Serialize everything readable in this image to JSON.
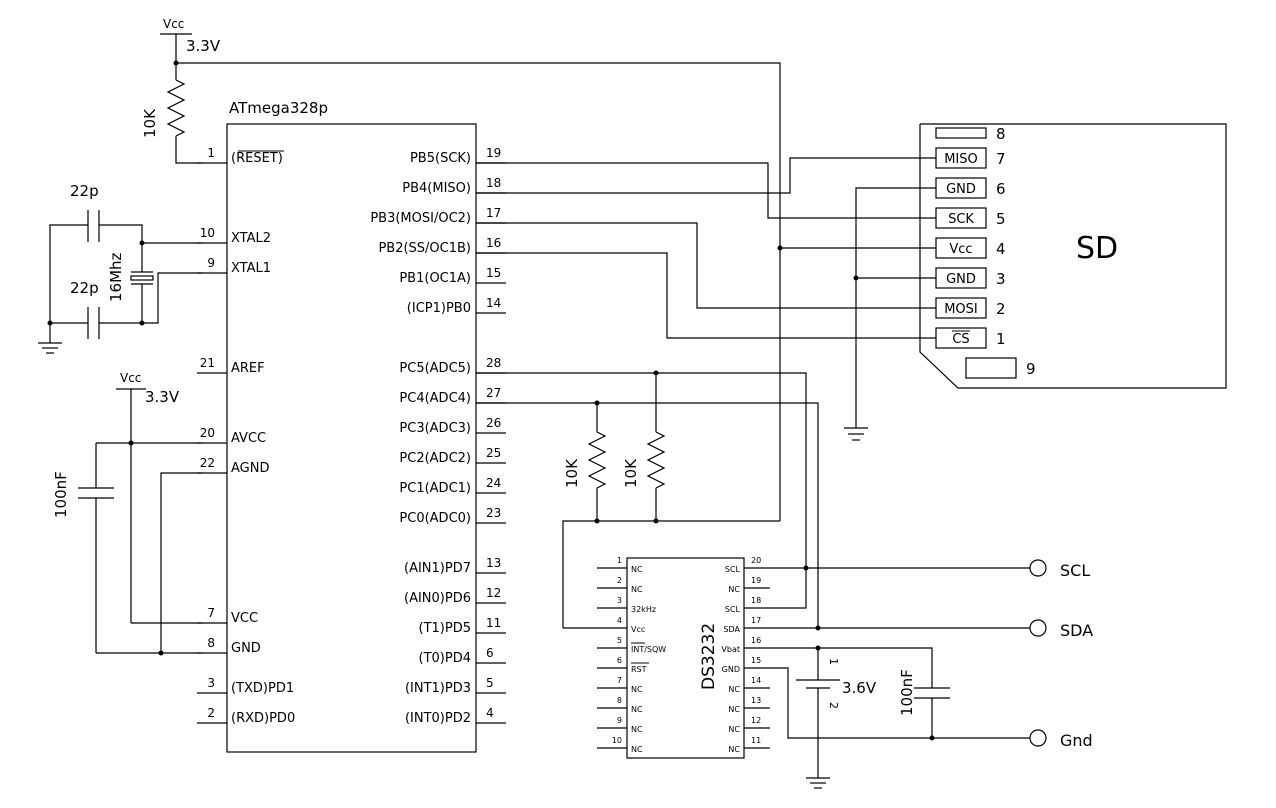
{
  "mcu": {
    "name": "ATmega328p",
    "pins_left": [
      {
        "num": "1",
        "label": "(RESET)"
      },
      {
        "num": "10",
        "label": "XTAL2"
      },
      {
        "num": "9",
        "label": "XTAL1"
      },
      {
        "num": "21",
        "label": "AREF"
      },
      {
        "num": "20",
        "label": "AVCC"
      },
      {
        "num": "22",
        "label": "AGND"
      },
      {
        "num": "7",
        "label": "VCC"
      },
      {
        "num": "8",
        "label": "GND"
      },
      {
        "num": "3",
        "label": "(TXD)PD1"
      },
      {
        "num": "2",
        "label": "(RXD)PD0"
      }
    ],
    "pins_right": [
      {
        "num": "19",
        "label": "PB5(SCK)"
      },
      {
        "num": "18",
        "label": "PB4(MISO)"
      },
      {
        "num": "17",
        "label": "PB3(MOSI/OC2)"
      },
      {
        "num": "16",
        "label": "PB2(SS/OC1B)"
      },
      {
        "num": "15",
        "label": "PB1(OC1A)"
      },
      {
        "num": "14",
        "label": "(ICP1)PB0"
      },
      {
        "num": "28",
        "label": "PC5(ADC5)"
      },
      {
        "num": "27",
        "label": "PC4(ADC4)"
      },
      {
        "num": "26",
        "label": "PC3(ADC3)"
      },
      {
        "num": "25",
        "label": "PC2(ADC2)"
      },
      {
        "num": "24",
        "label": "PC1(ADC1)"
      },
      {
        "num": "23",
        "label": "PC0(ADC0)"
      },
      {
        "num": "13",
        "label": "(AIN1)PD7"
      },
      {
        "num": "12",
        "label": "(AIN0)PD6"
      },
      {
        "num": "11",
        "label": "(T1)PD5"
      },
      {
        "num": "6",
        "label": "(T0)PD4"
      },
      {
        "num": "5",
        "label": "(INT1)PD3"
      },
      {
        "num": "4",
        "label": "(INT0)PD2"
      }
    ]
  },
  "rtc": {
    "name": "DS3232",
    "pins_left": [
      {
        "num": "1",
        "label": "NC"
      },
      {
        "num": "2",
        "label": "NC"
      },
      {
        "num": "3",
        "label": "32kHz"
      },
      {
        "num": "4",
        "label": "Vcc"
      },
      {
        "num": "5",
        "label": "INT/SQW"
      },
      {
        "num": "6",
        "label": "RST"
      },
      {
        "num": "7",
        "label": "NC"
      },
      {
        "num": "8",
        "label": "NC"
      },
      {
        "num": "9",
        "label": "NC"
      },
      {
        "num": "10",
        "label": "NC"
      }
    ],
    "pins_right": [
      {
        "num": "20",
        "label": "SCL"
      },
      {
        "num": "19",
        "label": "NC"
      },
      {
        "num": "18",
        "label": "SCL"
      },
      {
        "num": "17",
        "label": "SDA"
      },
      {
        "num": "16",
        "label": "Vbat"
      },
      {
        "num": "15",
        "label": "GND"
      },
      {
        "num": "14",
        "label": "NC"
      },
      {
        "num": "13",
        "label": "NC"
      },
      {
        "num": "12",
        "label": "NC"
      },
      {
        "num": "11",
        "label": "NC"
      }
    ]
  },
  "sd": {
    "name": "SD",
    "pins": [
      {
        "num": "8",
        "label": ""
      },
      {
        "num": "7",
        "label": "MISO"
      },
      {
        "num": "6",
        "label": "GND"
      },
      {
        "num": "5",
        "label": "SCK"
      },
      {
        "num": "4",
        "label": "Vcc"
      },
      {
        "num": "3",
        "label": "GND"
      },
      {
        "num": "2",
        "label": "MOSI"
      },
      {
        "num": "1",
        "label": "CS"
      },
      {
        "num": "9",
        "label": ""
      }
    ]
  },
  "supply": {
    "vcc_label": "Vcc",
    "voltage": "3.3V"
  },
  "components": {
    "reset_resistor": "10K",
    "crystal_cap_top": "22p",
    "crystal_cap_bottom": "22p",
    "crystal": "16Mhz",
    "avcc_cap": "100nF",
    "pullup_sda": "10K",
    "pullup_scl": "10K",
    "battery": "3.6V",
    "battery_pin_pos": "1",
    "battery_pin_neg": "2",
    "vbat_cap": "100nF"
  },
  "connectors": {
    "scl": "SCL",
    "sda": "SDA",
    "gnd": "Gnd"
  }
}
